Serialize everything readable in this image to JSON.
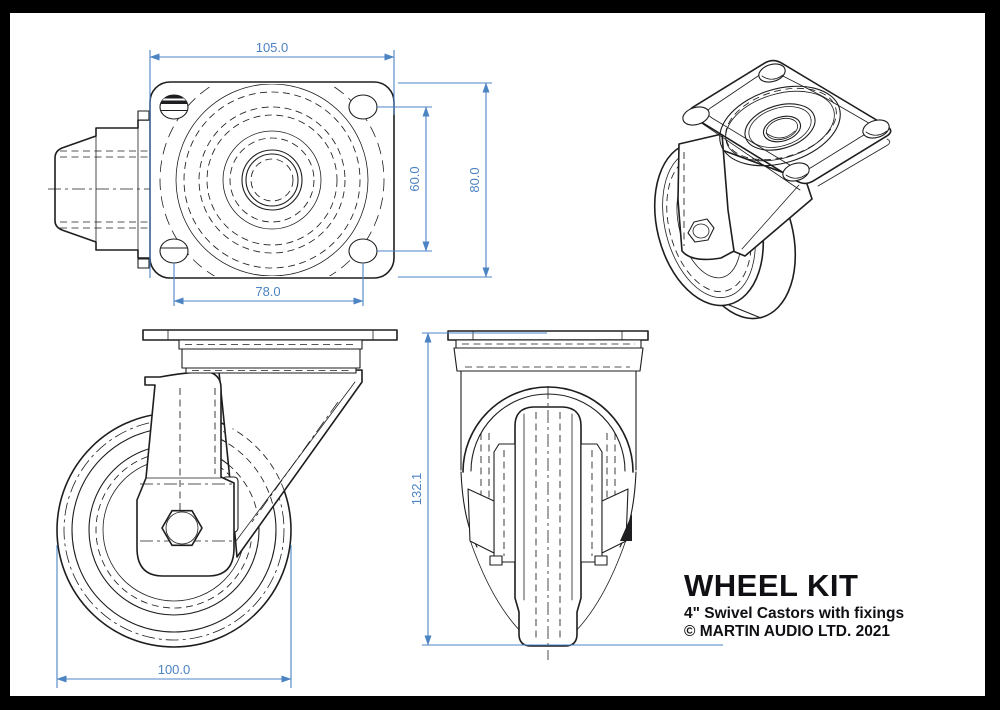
{
  "colors": {
    "frame": "#000000",
    "paper": "#ffffff",
    "line": "#1e1e20",
    "dimension": "#4c83c3"
  },
  "title_block": {
    "title": "WHEEL KIT",
    "subtitle": "4\" Swivel Castors with fixings",
    "copyright": "© MARTIN AUDIO LTD. 2021"
  },
  "views": {
    "plan": {
      "dims": {
        "plate_width": "105.0",
        "plate_height": "80.0",
        "bolt_hole_spacing_width": "78.0",
        "bolt_hole_spacing_height": "60.0"
      }
    },
    "side": {
      "dims": {
        "wheel_diameter": "100.0"
      }
    },
    "front": {
      "dims": {
        "overall_height": "132.1"
      }
    }
  }
}
